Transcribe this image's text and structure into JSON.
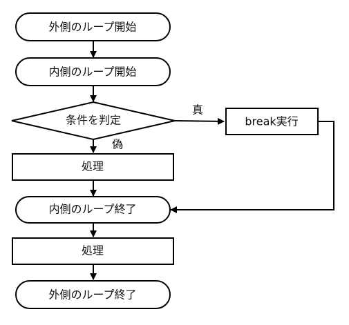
{
  "nodes": {
    "outer_start": "外側のループ開始",
    "inner_start": "内側のループ開始",
    "condition": "条件を判定",
    "break_exec": "break実行",
    "process_1": "処理",
    "inner_end": "内側のループ終了",
    "process_2": "処理",
    "outer_end": "外側のループ終了"
  },
  "edges": {
    "true_label": "真",
    "false_label": "偽"
  }
}
